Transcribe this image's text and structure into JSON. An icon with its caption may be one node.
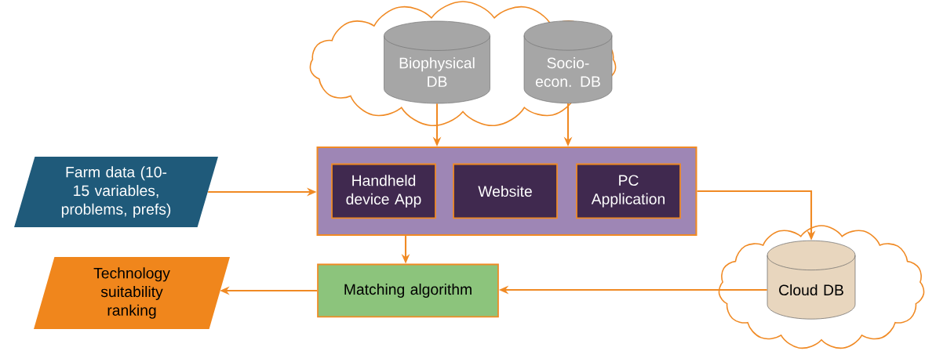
{
  "diagram": {
    "nodes": [
      {
        "text": [],
        "shape": "cloud"
      },
      {
        "text": [
          "Biophysical DB"
        ],
        "in": 0
      },
      {
        "text": [
          "Socio-econ. DB"
        ],
        "in": 0
      },
      {
        "text": [],
        "shape": "box"
      },
      {
        "text": [
          "Handheld device App"
        ],
        "in": 3
      },
      {
        "text": [
          "Website"
        ],
        "in": 3
      },
      {
        "text": [
          "PC Application"
        ],
        "in": 3
      },
      {
        "text": [
          "Farm data (10-15 variables, problems, prefs)"
        ]
      },
      {
        "text": [
          "Technology suitability ranking"
        ]
      },
      {
        "text": [
          "Matching algorithm"
        ]
      },
      {
        "text": [],
        "shape": "cloud"
      },
      {
        "text": [
          "Cloud DB"
        ],
        "in": 10
      }
    ],
    "edges": [
      {
        "from": 1,
        "to": 3,
        "arrow": "to"
      },
      {
        "from": 2,
        "to": 3,
        "arrow": "to"
      },
      {
        "from": 7,
        "to": 3,
        "arrow": "to"
      },
      {
        "from": 3,
        "to": 9,
        "arrow": "to"
      },
      {
        "from": 3,
        "to": 11,
        "arrow": "to"
      },
      {
        "from": 11,
        "to": 9,
        "arrow": "to"
      },
      {
        "from": 9,
        "to": 8,
        "arrow": "to"
      }
    ]
  }
}
